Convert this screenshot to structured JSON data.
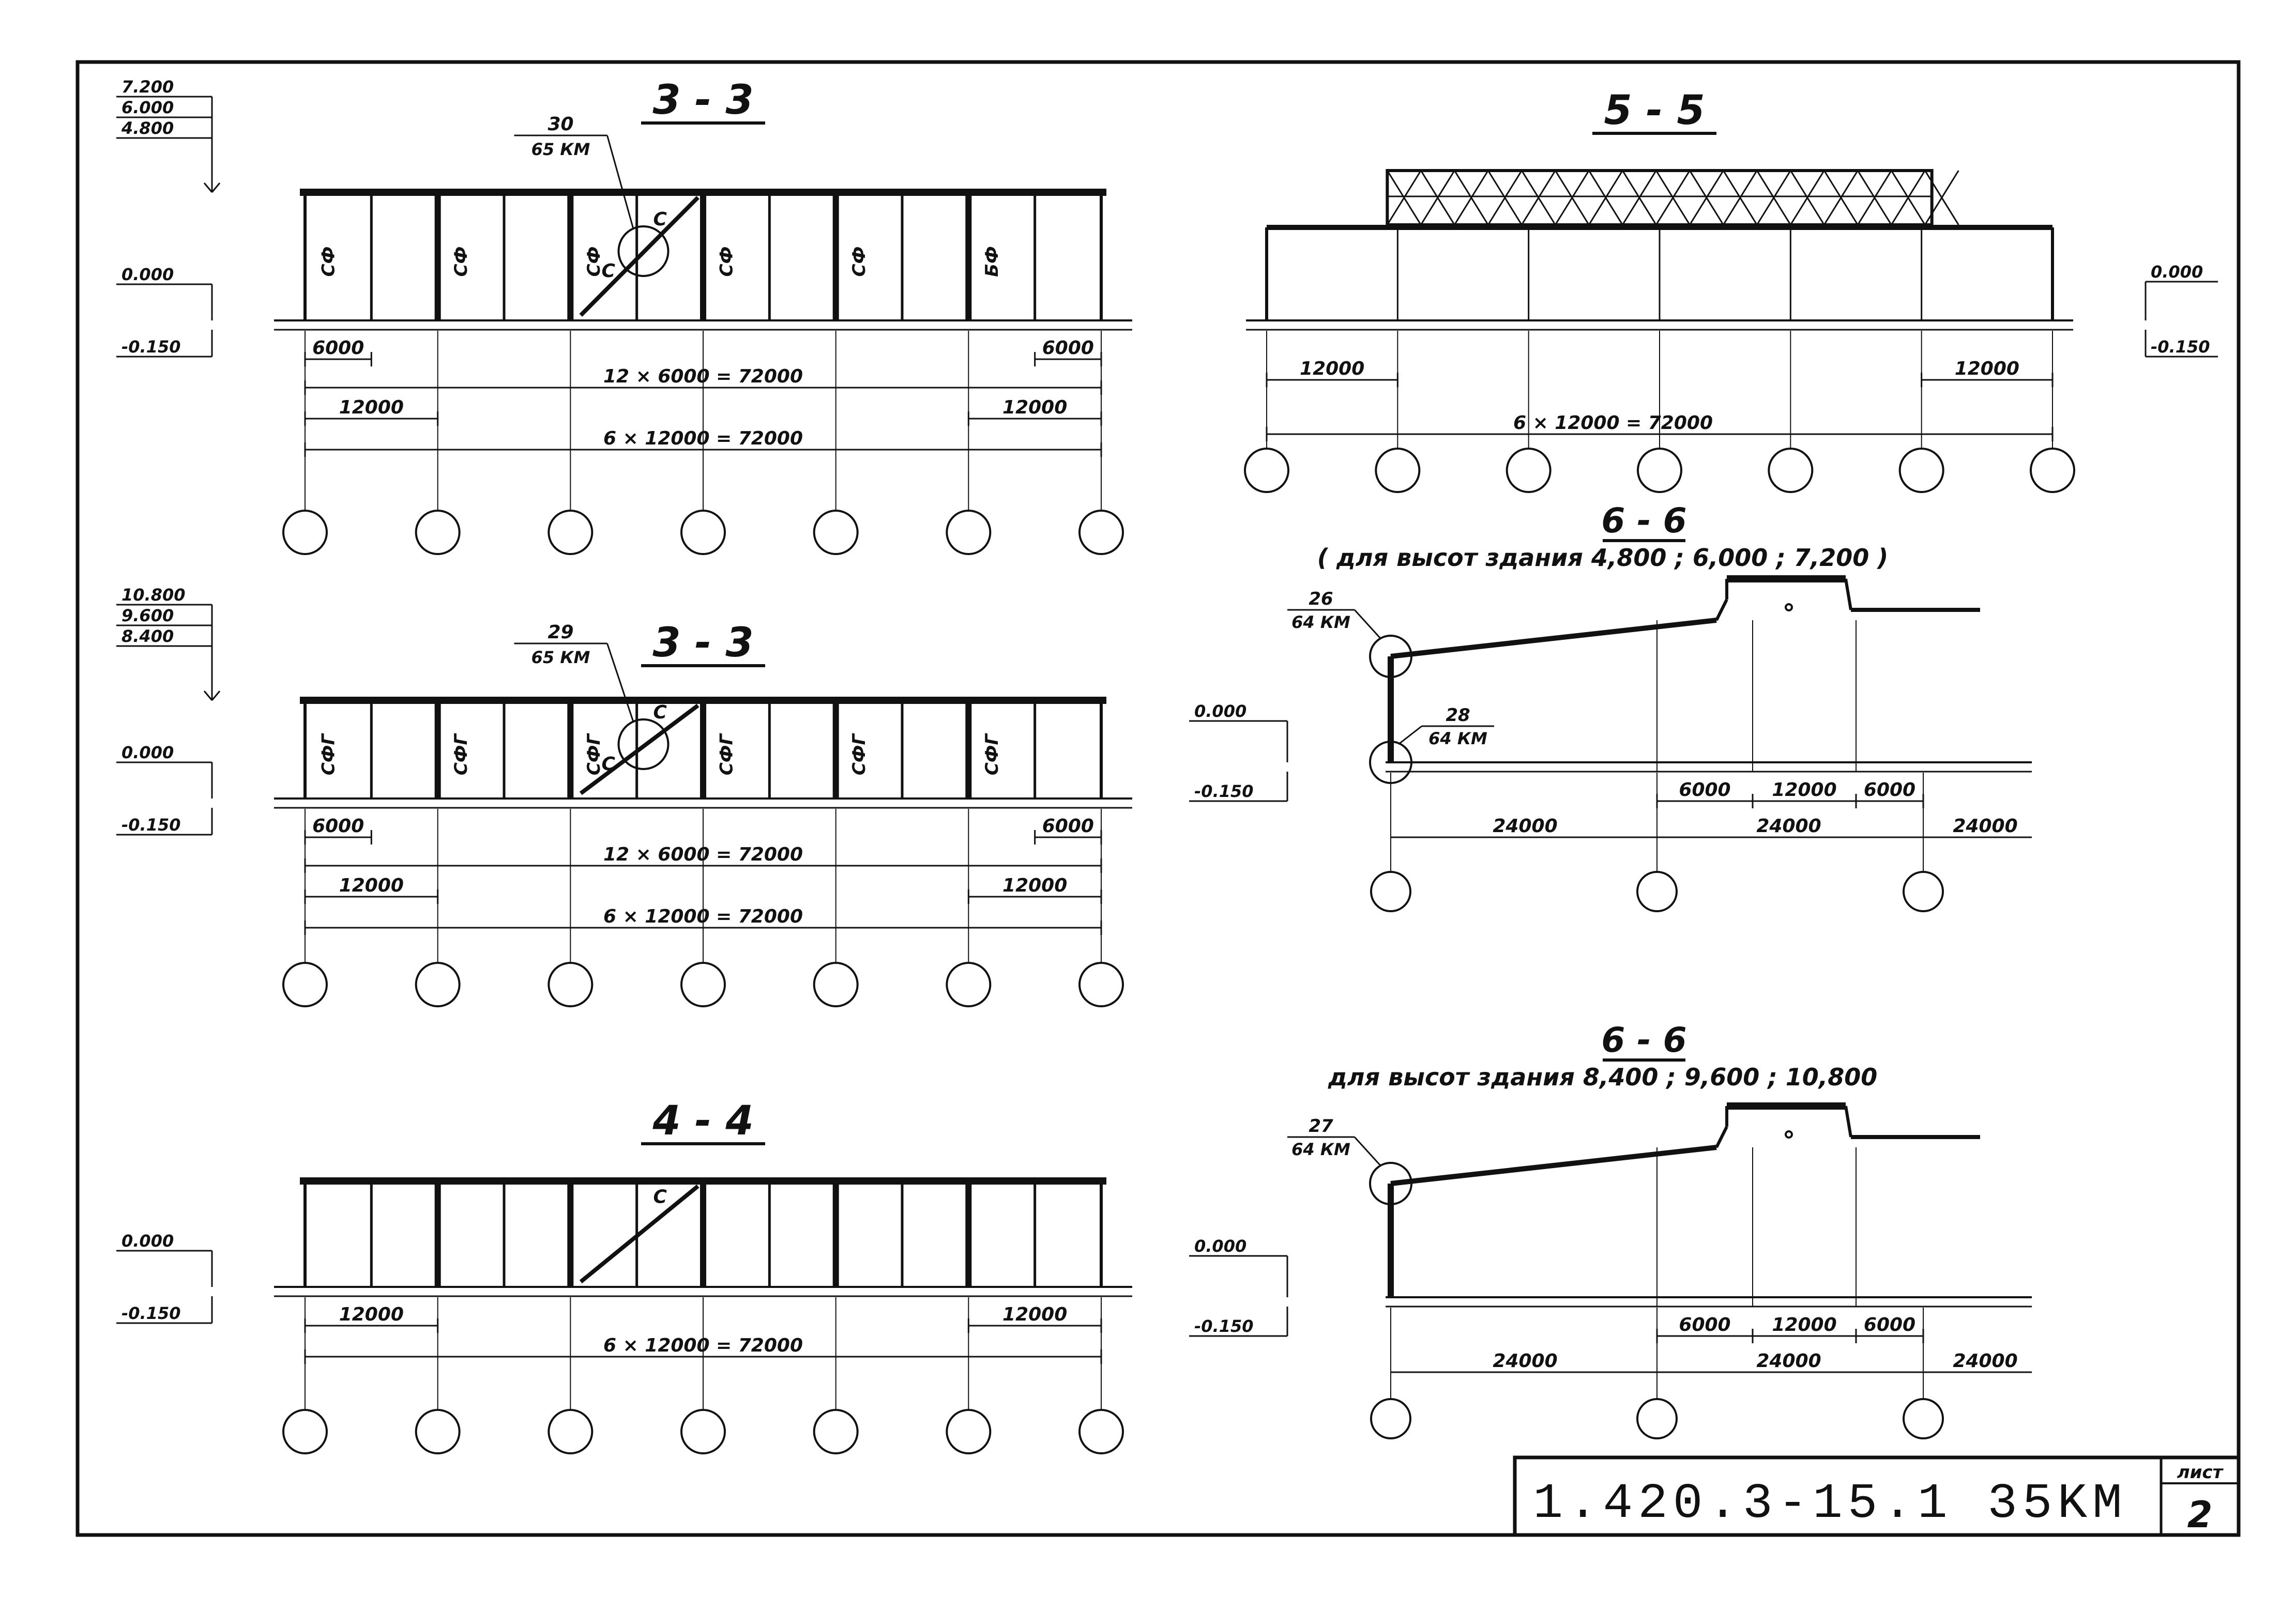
{
  "stamp": {
    "code": "1.420.3-15.1 35KM",
    "sheet_label": "лист",
    "sheet_number": "2"
  },
  "sections": [
    {
      "id": "s1",
      "title": "3 - 3",
      "levels": [
        "7.200",
        "6.000",
        "4.800"
      ],
      "floor_levels": [
        "0.000",
        "-0.150"
      ],
      "callout": {
        "number": "30",
        "sheet": "65 КМ"
      },
      "panel_marks": [
        "СФ",
        "СФ",
        "СФ",
        "СФ",
        "СФ",
        "БФ"
      ],
      "brace_marks": [
        "С",
        "С"
      ],
      "dims": {
        "end_left": "6000",
        "end_right": "6000",
        "total_fine": "12 × 6000 = 72000",
        "bay_left": "12000",
        "bay_right": "12000",
        "total_bays": "6 × 12000 = 72000"
      }
    },
    {
      "id": "s2",
      "title": "3 - 3",
      "levels": [
        "10.800",
        "9.600",
        "8.400"
      ],
      "floor_levels": [
        "0.000",
        "-0.150"
      ],
      "callout": {
        "number": "29",
        "sheet": "65 КМ"
      },
      "panel_marks": [
        "СФГ",
        "СФГ",
        "СФГ",
        "СФГ",
        "СФГ",
        "СФГ"
      ],
      "brace_marks": [
        "С",
        "С"
      ],
      "dims": {
        "end_left": "6000",
        "end_right": "6000",
        "total_fine": "12 × 6000 = 72000",
        "bay_left": "12000",
        "bay_right": "12000",
        "total_bays": "6 × 12000 = 72000"
      }
    },
    {
      "id": "s3",
      "title": "4 - 4",
      "floor_levels": [
        "0.000",
        "-0.150"
      ],
      "brace_marks": [
        "С"
      ],
      "dims": {
        "bay_left": "12000",
        "bay_right": "12000",
        "total_bays": "6 × 12000 = 72000"
      }
    },
    {
      "id": "s4",
      "title": "5 - 5",
      "floor_levels": [
        "0.000",
        "-0.150"
      ],
      "dims": {
        "bay_left": "12000",
        "bay_right": "12000",
        "total_bays": "6 × 12000 = 72000"
      }
    },
    {
      "id": "s5",
      "title": "6 - 6",
      "subtitle": "( для высот здания 4,800 ; 6,000 ; 7,200 )",
      "floor_levels": [
        "0.000",
        "-0.150"
      ],
      "callouts": [
        {
          "number": "26",
          "sheet": "64 КМ"
        },
        {
          "number": "28",
          "sheet": "64 КМ"
        }
      ],
      "dims": {
        "lantern_left": "6000",
        "lantern": "12000",
        "lantern_right": "6000",
        "span1": "24000",
        "span2": "24000",
        "span3": "24000"
      }
    },
    {
      "id": "s6",
      "title": "6 - 6",
      "subtitle": "для высот здания 8,400 ; 9,600 ; 10,800",
      "floor_levels": [
        "0.000",
        "-0.150"
      ],
      "callouts": [
        {
          "number": "27",
          "sheet": "64 КМ"
        }
      ],
      "dims": {
        "lantern_left": "6000",
        "lantern": "12000",
        "lantern_right": "6000",
        "span1": "24000",
        "span2": "24000",
        "span3": "24000"
      }
    }
  ]
}
